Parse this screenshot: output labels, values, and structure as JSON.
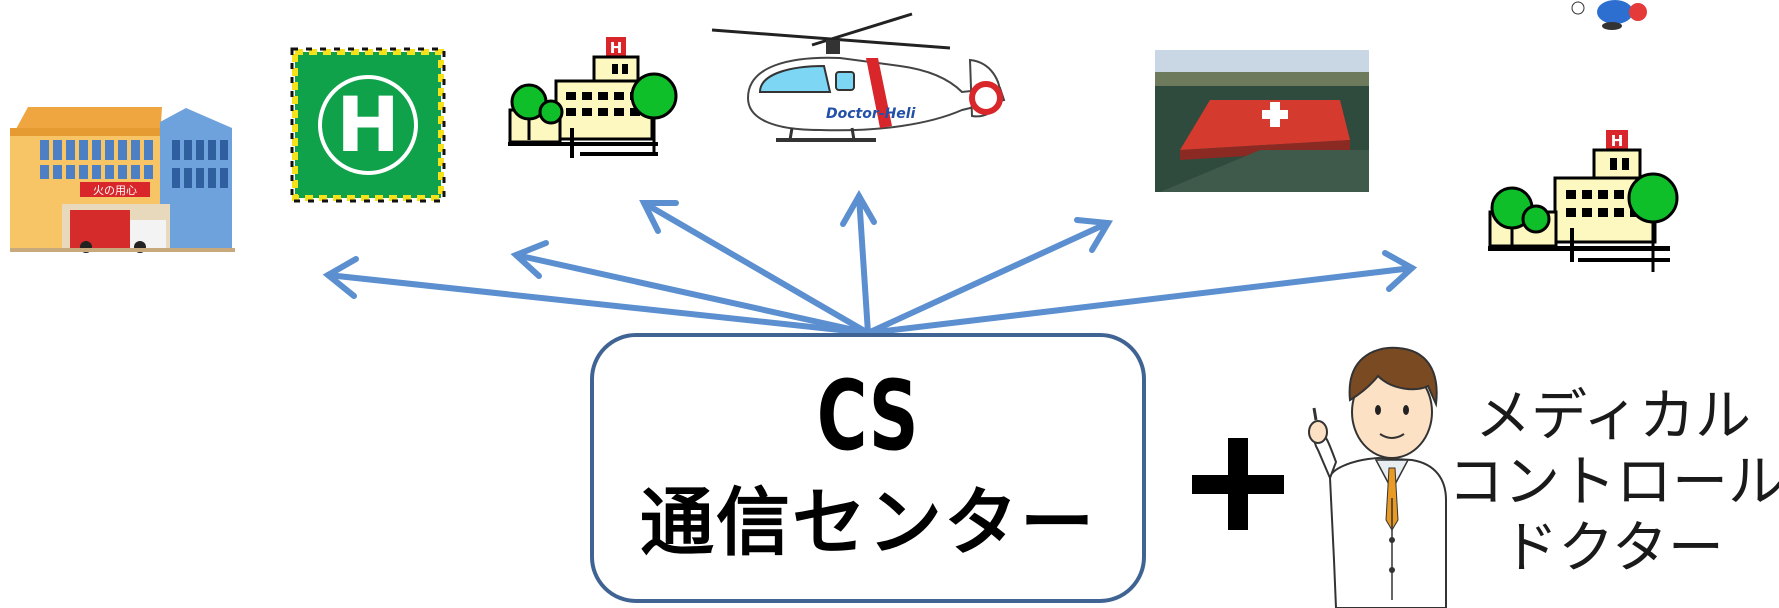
{
  "center_box": {
    "title": "CS",
    "subtitle": "通信センター"
  },
  "plus_symbol": "+",
  "medical_control_doctor": {
    "lines": [
      "メディカル",
      "コントロール",
      "ドクター"
    ]
  },
  "heliport_letter": "H",
  "helicopter_text": "Doctor-Heli",
  "fire_station_sign": "火の用心",
  "icons": [
    "fire-station-icon",
    "heliport-sign-icon",
    "hospital-icon",
    "doctor-helicopter-icon",
    "rooftop-helipad-photo",
    "hospital-icon",
    "doctor-illustration"
  ],
  "colors": {
    "arrow": "#5b8fd0",
    "box_border": "#3f6493",
    "heliport_green": "#0fa24a",
    "hospital_tree": "#0fbf2a"
  }
}
